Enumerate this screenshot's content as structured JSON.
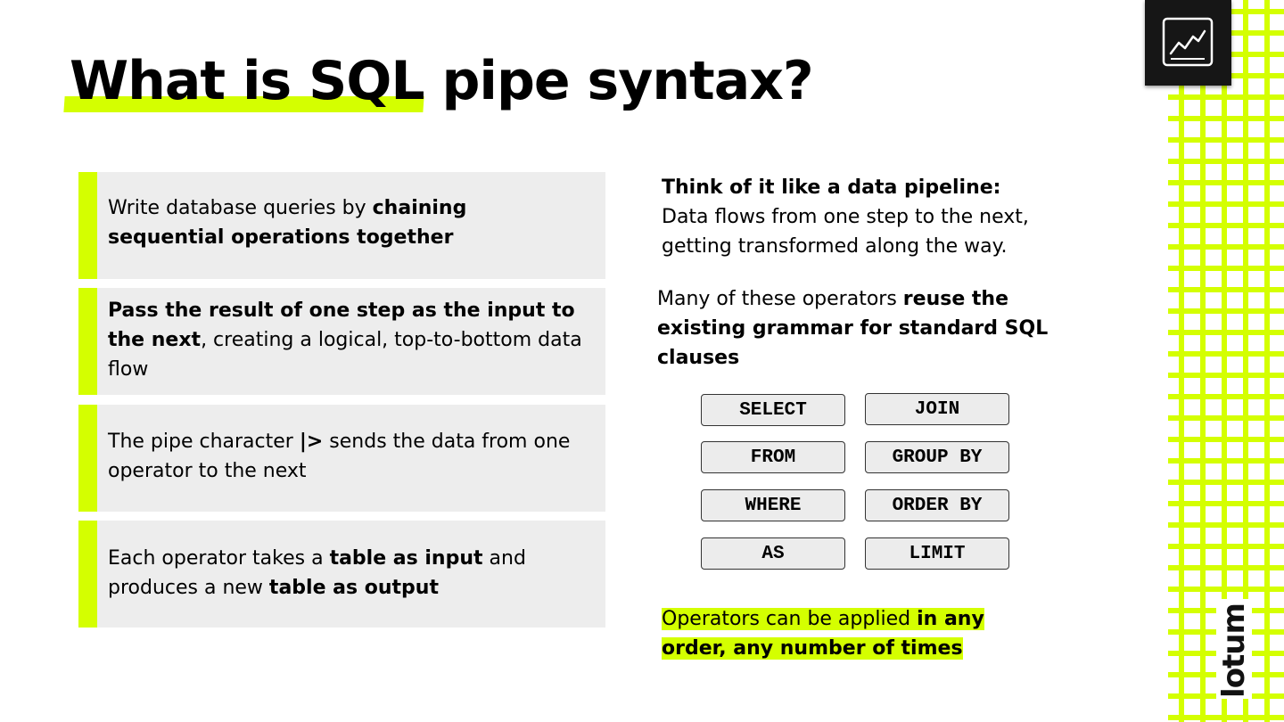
{
  "title": "What is SQL pipe syntax?",
  "cards": [
    [
      {
        "t": "Write database queries by ",
        "b": false
      },
      {
        "t": "chaining sequential operations together",
        "b": true
      }
    ],
    [
      {
        "t": "Pass the result of one step as the input to the next",
        "b": true
      },
      {
        "t": ", creating a logical, top-to-bottom data flow",
        "b": false
      }
    ],
    [
      {
        "t": "The pipe character ",
        "b": false
      },
      {
        "t": "|>",
        "b": true
      },
      {
        "t": " sends the data from one operator to the next",
        "b": false
      }
    ],
    [
      {
        "t": "Each operator takes a ",
        "b": false
      },
      {
        "t": "table as input",
        "b": true
      },
      {
        "t": " and produces a new ",
        "b": false
      },
      {
        "t": "table as output",
        "b": true
      }
    ]
  ],
  "pipeline": {
    "heading": "Think of it like a data pipeline:",
    "body": "Data flows from one step to the next, getting transformed along the way."
  },
  "grammar": [
    {
      "t": "Many of these operators ",
      "b": false
    },
    {
      "t": "reuse the existing grammar for standard SQL clauses",
      "b": true
    }
  ],
  "keywords": [
    "SELECT",
    "JOIN",
    "FROM",
    "GROUP BY",
    "WHERE",
    "ORDER BY",
    "AS",
    "LIMIT"
  ],
  "order_note": [
    {
      "t": "Operators can be applied ",
      "b": false
    },
    {
      "t": "in any order, any number of times",
      "b": true
    }
  ],
  "brand": "lotum",
  "colors": {
    "accent": "#d4ff00",
    "card_bg": "#ededed",
    "logo_bg": "#161616"
  },
  "icons": [
    "chart-line-icon"
  ]
}
